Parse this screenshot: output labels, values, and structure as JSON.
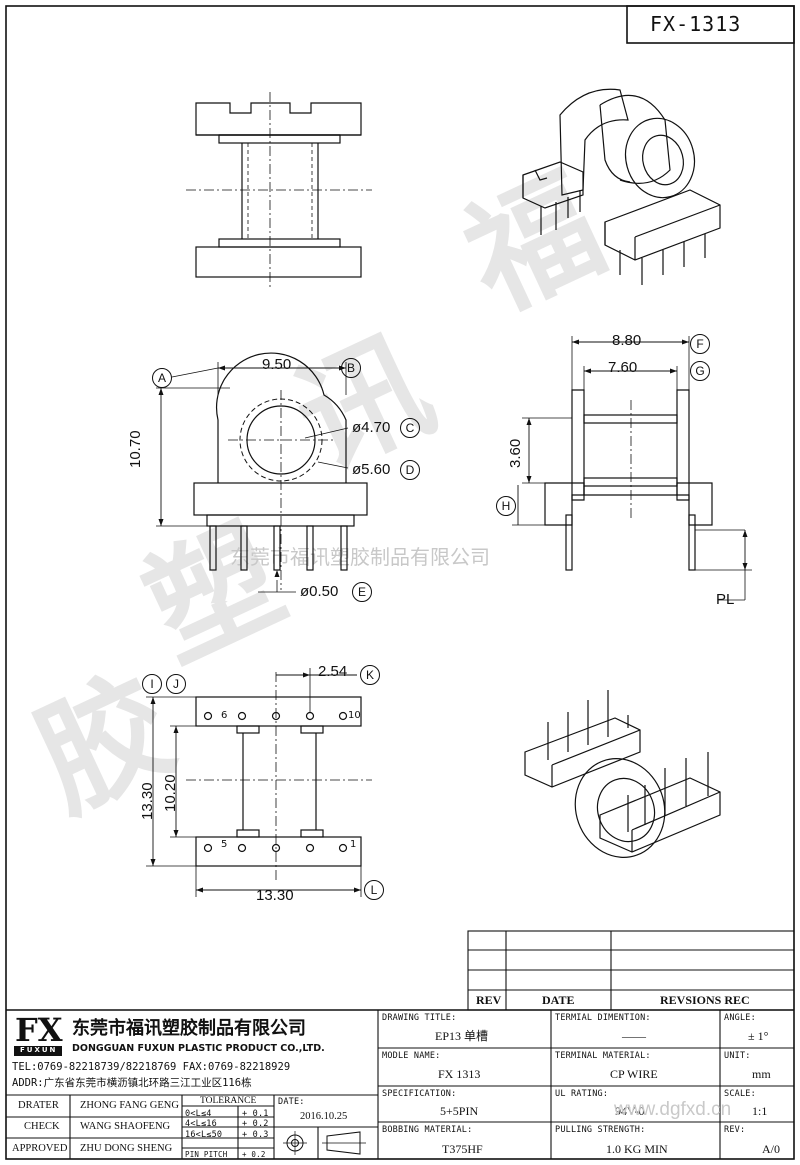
{
  "sheet_title": "FX-1313",
  "watermark": {
    "company_line": "东莞市福讯塑胶制品有限公司",
    "big_chars": [
      "福",
      "讯",
      "塑",
      "胶"
    ]
  },
  "dimensions": {
    "a_b_width": "9.50",
    "height_10_70": "10.70",
    "dia_c": "ø4.70",
    "dia_d": "ø5.60",
    "dia_e": "ø0.50",
    "f_width": "8.80",
    "g_width": "7.60",
    "h_3_60": "3.60",
    "pl": "PL",
    "k_pitch": "2.54",
    "i_13_30": "13.30",
    "j_10_20": "10.20",
    "l_13_30": "13.30"
  },
  "callouts": [
    "A",
    "B",
    "C",
    "D",
    "E",
    "F",
    "G",
    "H",
    "I",
    "J",
    "K",
    "L"
  ],
  "pin_numbers": {
    "p6": "6",
    "p10": "10",
    "p5": "5",
    "p1": "1"
  },
  "revision_table": {
    "headers": [
      "REV",
      "DATE",
      "REVSIONS REC"
    ]
  },
  "company": {
    "logo": "FX",
    "logo_sub": "FUXUN",
    "name_cn": "东莞市福讯塑胶制品有限公司",
    "name_en": "DONGGUAN FUXUN PLASTIC PRODUCT CO.,LTD.",
    "tel": "TEL:0769-82218739/82218769 FAX:0769-82218929",
    "addr": "ADDR:广东省东莞市横沥镇北环路三江工业区116栋"
  },
  "people": [
    {
      "role": "DRATER",
      "name": "ZHONG FANG GENG"
    },
    {
      "role": "CHECK",
      "name": "WANG SHAOFENG"
    },
    {
      "role": "APPROVED",
      "name": "ZHU DONG SHENG"
    }
  ],
  "tolerance": {
    "title": "TOLERANCE",
    "rows": [
      {
        "range": "0<L≤4",
        "value": "+ 0.1"
      },
      {
        "range": "4<L≤16",
        "value": "+ 0.2"
      },
      {
        "range": "16<L≤50",
        "value": "+ 0.3"
      },
      {
        "range": "PIN PITCH",
        "value": "+ 0.2"
      }
    ]
  },
  "date": {
    "label": "DATE:",
    "value": "2016.10.25"
  },
  "fields": {
    "drawing_title": {
      "label": "DRAWING TITLE:",
      "value": "EP13 单槽"
    },
    "model_name": {
      "label": "MODLE NAME:",
      "value": "FX 1313"
    },
    "specification": {
      "label": "SPECIFICATION:",
      "value": "5+5PIN"
    },
    "bobbing_material": {
      "label": "BOBBING MATERIAL:",
      "value": "T375HF"
    },
    "terminal_dimension": {
      "label": "TERMIAL DIMENTION:",
      "value": "——"
    },
    "terminal_material": {
      "label": "TERMINAL MATERIAL:",
      "value": "CP WIRE"
    },
    "ul_rating": {
      "label": "UL RATING:",
      "value": "94V-0"
    },
    "pulling_strength": {
      "label": "PULLING STRENGTH:",
      "value": "1.0 KG MIN"
    },
    "angle": {
      "label": "ANGLE:",
      "value": "± 1°"
    },
    "unit": {
      "label": "UNIT:",
      "value": "mm"
    },
    "scale": {
      "label": "SCALE:",
      "value": "1:1"
    },
    "rev": {
      "label": "REV:",
      "value": "A/0"
    }
  },
  "website": "www.dgfxd.cn"
}
